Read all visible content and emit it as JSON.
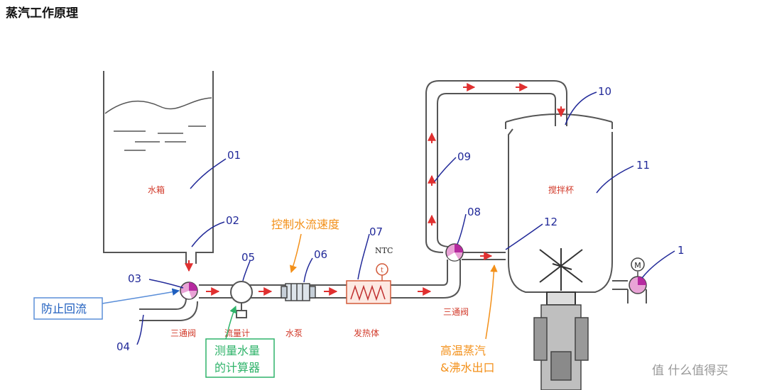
{
  "title": "蒸汽工作原理",
  "numbers": [
    "01",
    "02",
    "03",
    "04",
    "05",
    "06",
    "07",
    "08",
    "09",
    "10",
    "11",
    "12",
    "1"
  ],
  "component_labels": {
    "water_tank": "水箱",
    "three_way_valve_left": "三通阀",
    "flow_meter": "流量计",
    "water_pump": "水泵",
    "heater": "发热体",
    "three_way_valve_right": "三通阀",
    "blender_cup": "搅拌杯",
    "ntc": "NTC",
    "ntc_symbol": "t",
    "motor": "M"
  },
  "annotations": {
    "control_speed": "控制水流速度",
    "prevent_backflow": "防止回流",
    "measure_water": [
      "测量水量",
      "的计算器"
    ],
    "steam_outlet": [
      "高温蒸汽",
      "&沸水出口"
    ]
  },
  "watermark": "值 什么值得买",
  "colors": {
    "pipe": "#555555",
    "flow_arrow": "#e03030",
    "valve": "#c0309a",
    "number": "#222a99",
    "label_red": "#d23a2a",
    "orange": "#f39019",
    "blue": "#1f5fbf",
    "green": "#2fb36a"
  }
}
